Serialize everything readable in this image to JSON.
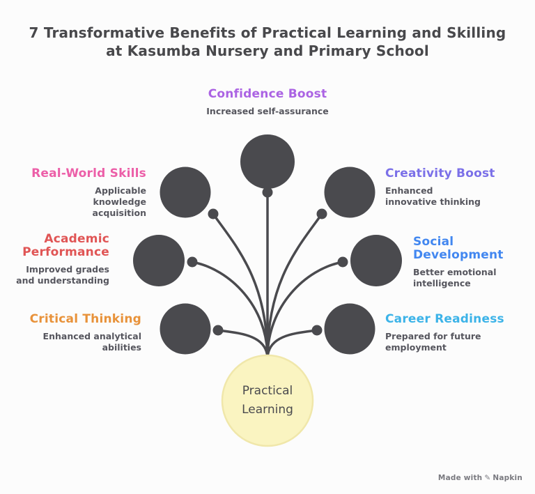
{
  "title": "7 Transformative Benefits of Practical Learning and Skilling at Kasumba Nursery and Primary School",
  "center": {
    "label": "Practical Learning"
  },
  "branches": [
    {
      "id": "confidence-boost",
      "title": "Confidence Boost",
      "subtitle": "Increased self-assurance",
      "color": "#ab63e3"
    },
    {
      "id": "real-world-skills",
      "title": "Real-World Skills",
      "subtitle": "Applicable knowledge acquisition",
      "color": "#ec5fa8"
    },
    {
      "id": "creativity-boost",
      "title": "Creativity Boost",
      "subtitle": "Enhanced innovative thinking",
      "color": "#7b70e8"
    },
    {
      "id": "academic-performance",
      "title": "Academic Performance",
      "subtitle": "Improved grades and understanding",
      "color": "#e05555"
    },
    {
      "id": "social-development",
      "title": "Social Development",
      "subtitle": "Better emotional intelligence",
      "color": "#4287f0"
    },
    {
      "id": "critical-thinking",
      "title": "Critical Thinking",
      "subtitle": "Enhanced analytical abilities",
      "color": "#e8923a"
    },
    {
      "id": "career-readiness",
      "title": "Career Readiness",
      "subtitle": "Prepared for future employment",
      "color": "#3cb3e8"
    }
  ],
  "colors": {
    "background": "#fcfcfc",
    "node_circle": "#4a4a4e",
    "connector": "#4a4a4e",
    "junction_dot": "#4a4a4e",
    "center_fill": "#faf4c1",
    "center_stroke": "#f0e7aa",
    "title_text": "#48484b",
    "subtitle_text": "#56565e"
  },
  "watermark": {
    "prefix": "Made with",
    "icon": "✎",
    "brand": "Napkin"
  }
}
